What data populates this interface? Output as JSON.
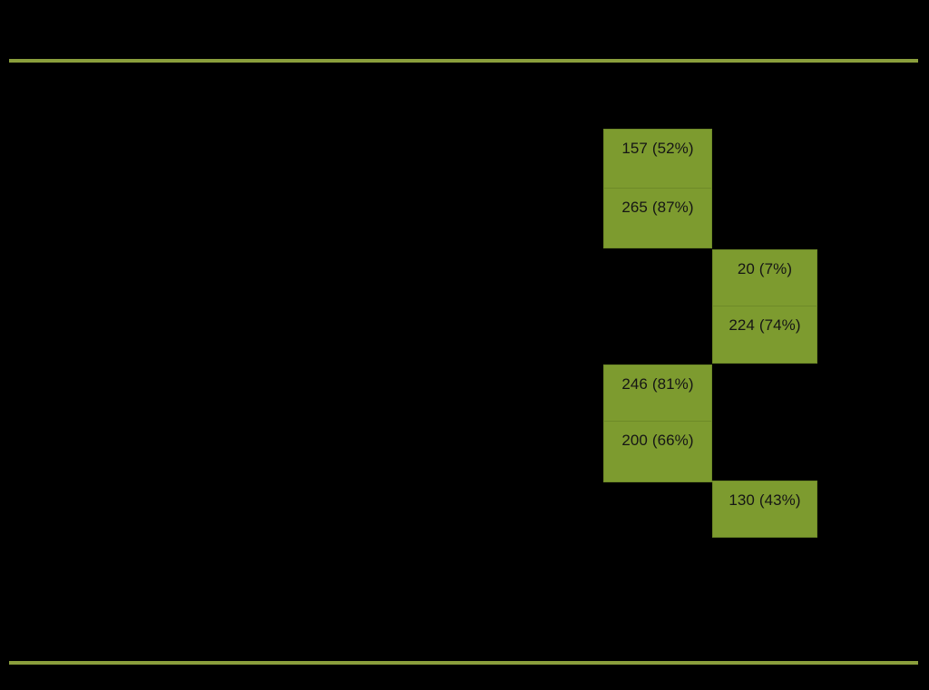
{
  "slide": {
    "background_color": "#000000",
    "rule_color": "#8a9e3c",
    "cell_fill_color": "#7d9b2f",
    "cell_border_color": "#6e8a28",
    "cell_text_color": "#151515"
  },
  "chart_data": {
    "type": "table",
    "title": "",
    "subtitle": "",
    "xlabel": "",
    "ylabel": "",
    "grid": false,
    "legend_position": "none",
    "layout": "staggered two-column cascade of labelled value cells",
    "categories": [],
    "cells": [
      {
        "count": 157,
        "percent": 52,
        "label": "157 (52%)",
        "column": "left",
        "row": 1
      },
      {
        "count": 265,
        "percent": 87,
        "label": "265 (87%)",
        "column": "left",
        "row": 2
      },
      {
        "count": 20,
        "percent": 7,
        "label": "20 (7%)",
        "column": "right",
        "row": 3
      },
      {
        "count": 224,
        "percent": 74,
        "label": "224 (74%)",
        "column": "right",
        "row": 4
      },
      {
        "count": 246,
        "percent": 81,
        "label": "246 (81%)",
        "column": "left",
        "row": 5
      },
      {
        "count": 200,
        "percent": 66,
        "label": "200 (66%)",
        "column": "left",
        "row": 6
      },
      {
        "count": 130,
        "percent": 43,
        "label": "130 (43%)",
        "column": "right",
        "row": 7
      }
    ],
    "values": [
      157,
      265,
      20,
      224,
      246,
      200,
      130
    ],
    "percentages": [
      52,
      87,
      7,
      74,
      81,
      66,
      43
    ]
  }
}
